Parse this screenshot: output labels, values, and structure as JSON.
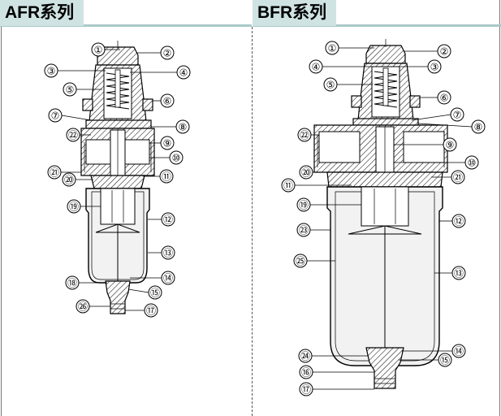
{
  "panels": {
    "afr": {
      "title": "AFR系列",
      "callouts": [
        "①",
        "②",
        "③",
        "④",
        "⑤",
        "⑥",
        "⑦",
        "㉒",
        "⑧",
        "⑨",
        "⑩",
        "㉑",
        "⑳",
        "⑪",
        "⑲",
        "⑫",
        "⑬",
        "⑱",
        "⑭",
        "⑮",
        "㉖",
        "⑰"
      ]
    },
    "bfr": {
      "title": "BFR系列",
      "callouts": [
        "①",
        "②",
        "④",
        "③",
        "⑤",
        "⑥",
        "⑦",
        "㉒",
        "⑧",
        "⑨",
        "⑩",
        "⑳",
        "㉑",
        "⑪",
        "⑲",
        "⑫",
        "㉓",
        "⑬",
        "㉕",
        "㉔",
        "⑭",
        "⑯",
        "⑮",
        "⑰"
      ]
    }
  },
  "colors": {
    "title_bg": "#cfe3e3",
    "title_rule": "#a9c9c9",
    "line": "#000000",
    "background": "#ffffff"
  }
}
